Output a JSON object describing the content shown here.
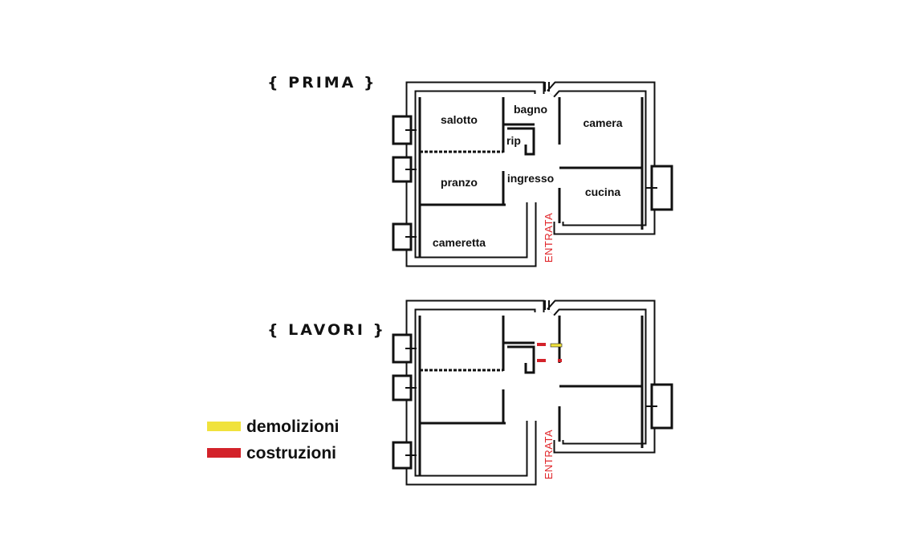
{
  "plans": [
    {
      "heading": "{ PRIMA }",
      "rooms": {
        "salotto": "salotto",
        "bagno": "bagno",
        "rip": "rip",
        "camera": "camera",
        "ingresso": "ingresso",
        "pranzo": "pranzo",
        "cucina": "cucina",
        "cameretta": "cameretta"
      },
      "entrance": "ENTRATA"
    },
    {
      "heading": "{ LAVORI }",
      "entrance": "ENTRATA"
    }
  ],
  "legend": [
    {
      "label": "demolizioni",
      "color": "#f0e23c"
    },
    {
      "label": "costruzioni",
      "color": "#d3222a"
    }
  ]
}
